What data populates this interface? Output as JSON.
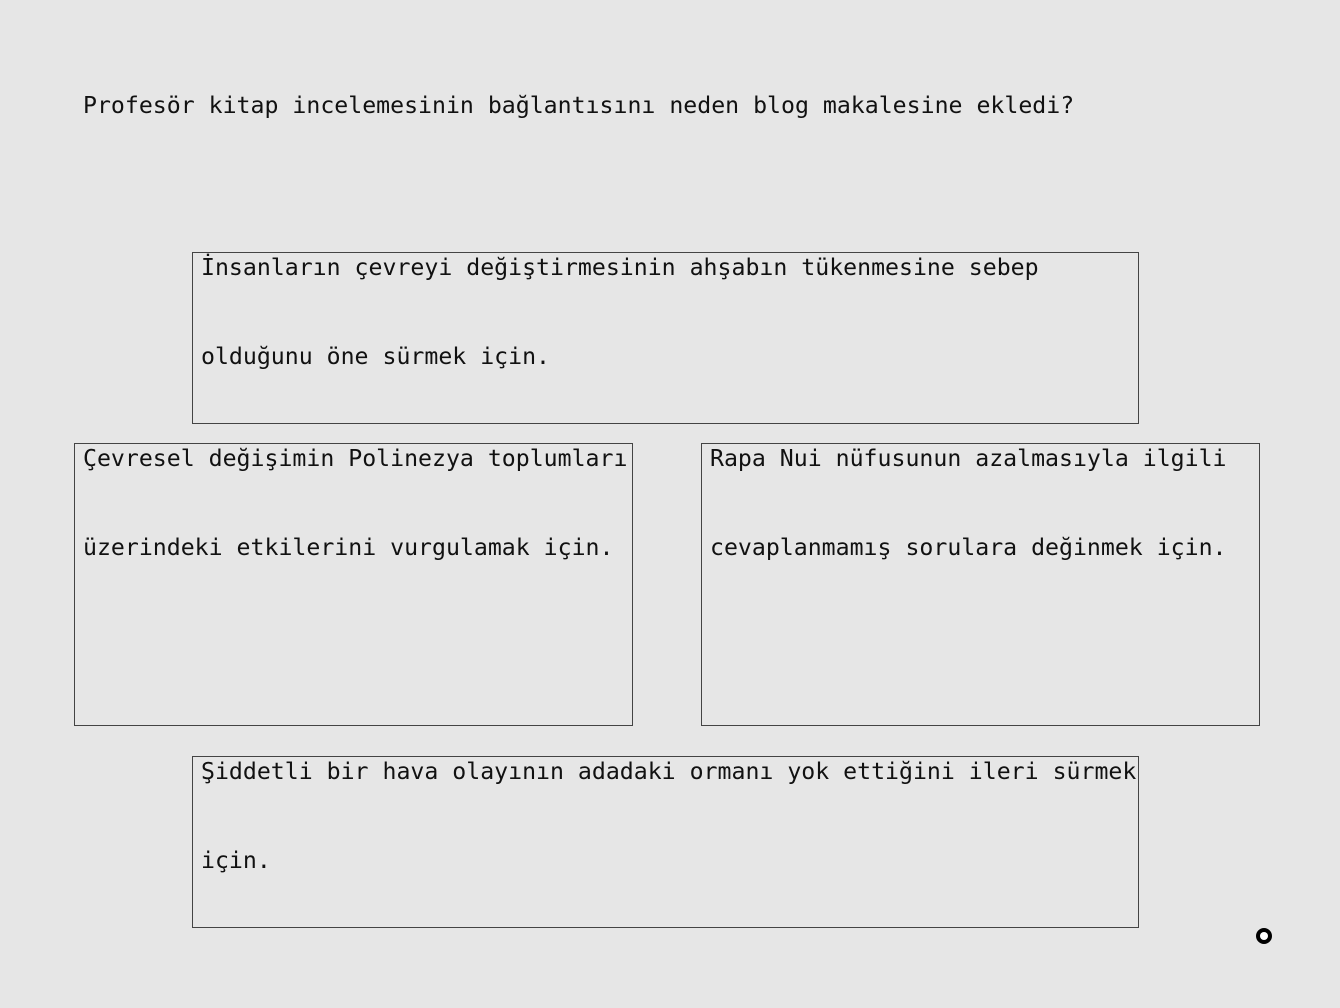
{
  "question": "Profesör kitap incelemesinin bağlantısını neden blog makalesine ekledi?",
  "options": [
    {
      "line1": "İnsanların çevreyi değiştirmesinin ahşabın tükenmesine sebep",
      "line2": "olduğunu öne sürmek için."
    },
    {
      "line1": "Çevresel değişimin Polinezya toplumları",
      "line2": "üzerindeki etkilerini vurgulamak için."
    },
    {
      "line1": "Rapa Nui nüfusunun azalmasıyla ilgili",
      "line2": "cevaplanmamış sorulara değinmek için."
    },
    {
      "line1": "Şiddetli bir hava olayının adadaki ormanı yok ettiğini ileri sürmek",
      "line2": "için."
    }
  ],
  "cursor": {
    "icon": "cursor-ring-icon"
  }
}
